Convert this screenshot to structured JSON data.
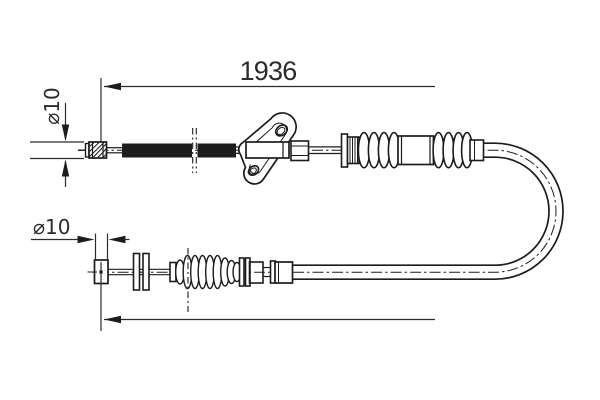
{
  "colors": {
    "line": "#1c1c1c",
    "shade": "#b0b0b0",
    "background": "#ffffff",
    "text": "#2b2b2b"
  },
  "dimensions": {
    "total_length": {
      "value": "1936"
    },
    "upper_end_diameter": {
      "value": "⌀10"
    },
    "lower_end_diameter": {
      "value": "⌀10"
    }
  }
}
